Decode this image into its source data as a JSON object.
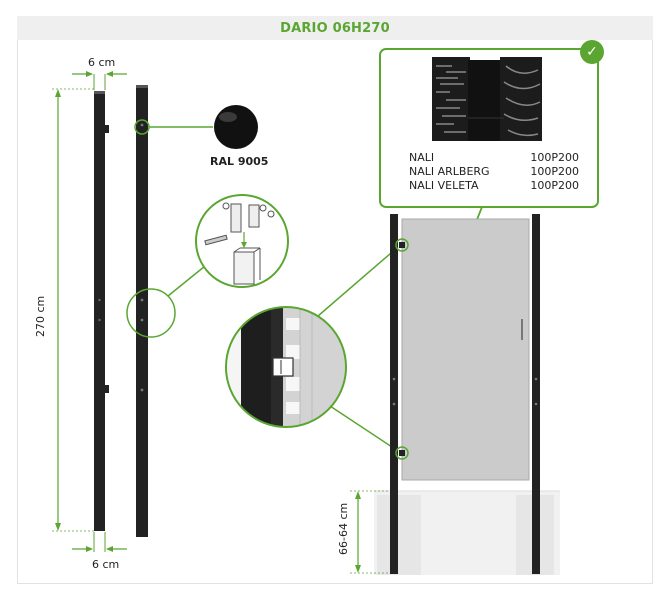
{
  "title": "DARIO 06H270",
  "dimensions": {
    "width_top": "6 cm",
    "width_bottom": "6 cm",
    "height": "270 cm",
    "depth": "66-64 cm"
  },
  "color_label": "RAL 9005",
  "panels": [
    {
      "name": "NALI",
      "code": "100P200"
    },
    {
      "name": "NALI ARLBERG",
      "code": "100P200"
    },
    {
      "name": "NALI VELETA",
      "code": "100P200"
    }
  ],
  "colors": {
    "accent": "#5aa631",
    "post": "#222222",
    "gate": "#c9c9c9"
  },
  "icons": {
    "check": "check-icon"
  }
}
